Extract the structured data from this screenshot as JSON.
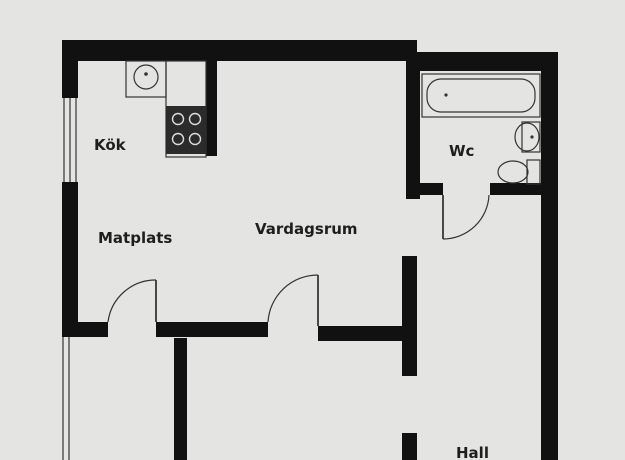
{
  "plan": {
    "rooms": [
      {
        "id": "kitchen",
        "label": "Kök"
      },
      {
        "id": "dining",
        "label": "Matplats"
      },
      {
        "id": "living",
        "label": "Vardagsrum"
      },
      {
        "id": "wc",
        "label": "Wc"
      },
      {
        "id": "hall",
        "label": "Hall"
      }
    ]
  },
  "colors": {
    "paper": "#e4e4e2",
    "wall": "#111111",
    "fixture": "#333333"
  }
}
